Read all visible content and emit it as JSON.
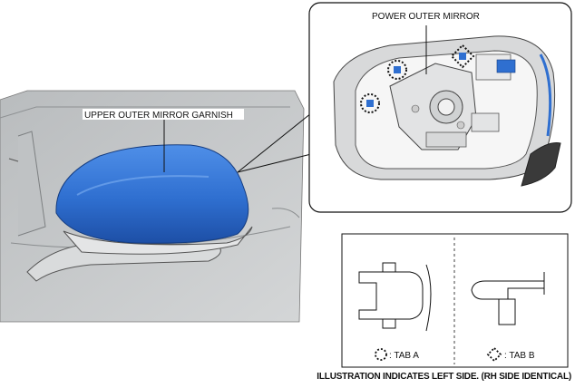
{
  "labels": {
    "power_outer_mirror": "POWER OUTER MIRROR",
    "upper_outer_mirror_garnish": "UPPER OUTER MIRROR GARNISH",
    "tab_a": ": TAB A",
    "tab_b": ": TAB B",
    "footnote": "ILLUSTRATION INDICATES LEFT SIDE. (RH SIDE IDENTICAL)"
  },
  "colors": {
    "garnish_blue": "#2f6fd0",
    "car_body": "#c9cbcc",
    "outline": "#1a1a1a"
  }
}
